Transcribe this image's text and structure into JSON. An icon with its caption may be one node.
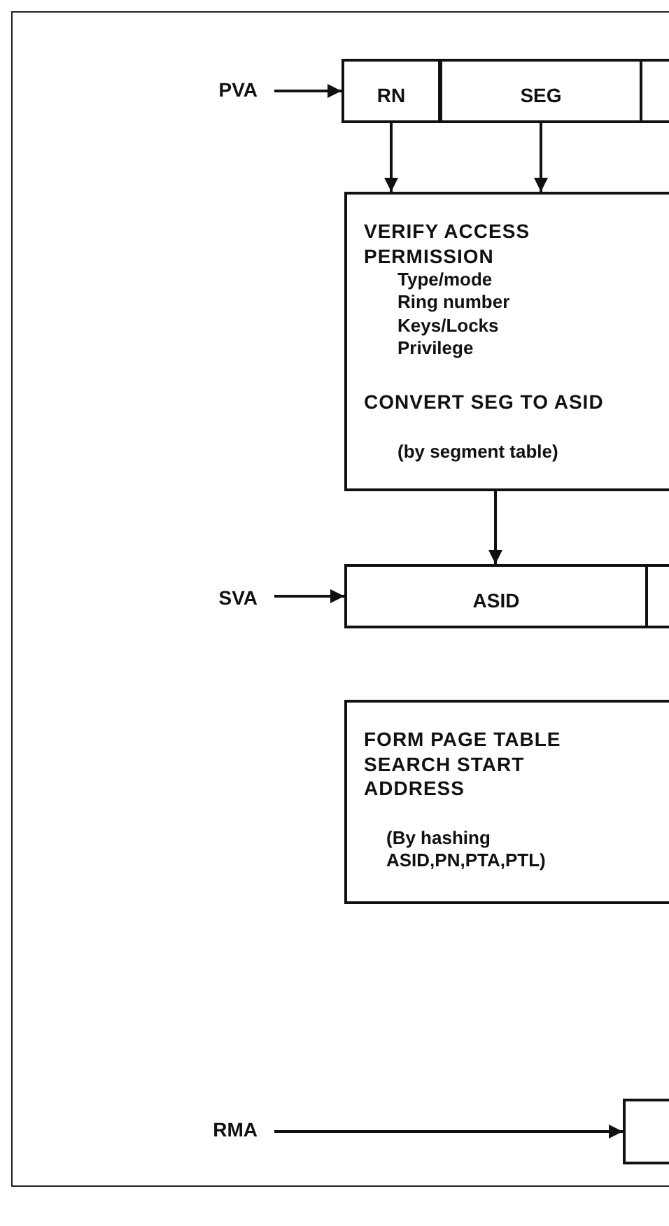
{
  "diagram": {
    "nodes": [
      {
        "text": [
          "PVA"
        ]
      },
      {
        "text": [
          "RN"
        ]
      },
      {
        "text": [
          "SEG"
        ]
      },
      {
        "text": [],
        "shape": "box"
      },
      {
        "text": [
          "VERIFY ACCESS PERMISSION",
          "Type/mode",
          "Ring number",
          "Keys/Locks",
          "Privilege",
          "CONVERT SEG TO ASID",
          "(by segment table)"
        ]
      },
      {
        "text": [
          "SVA"
        ]
      },
      {
        "text": [
          "ASID"
        ]
      },
      {
        "text": [],
        "shape": "box"
      },
      {
        "text": [
          "FORM PAGE TABLE SEARCH START ADDRESS",
          "(By hashing ASID,PN,PTA,PTL)"
        ]
      },
      {
        "text": [
          "RMA"
        ]
      },
      {
        "text": [],
        "shape": "box"
      }
    ],
    "edges": [
      {
        "from": 0,
        "to": 1,
        "arrow": "to"
      },
      {
        "from": 1,
        "to": 4,
        "arrow": "to"
      },
      {
        "from": 2,
        "to": 4,
        "arrow": "to"
      },
      {
        "from": 4,
        "to": 6,
        "arrow": "to"
      },
      {
        "from": 5,
        "to": 6,
        "arrow": "to"
      },
      {
        "from": 9,
        "to": 10,
        "arrow": "to"
      }
    ]
  }
}
